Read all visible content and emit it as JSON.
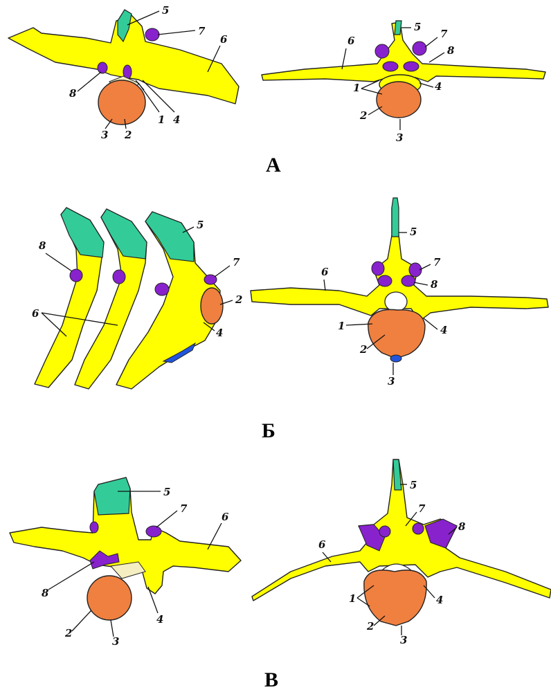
{
  "sections": [
    "А",
    "Б",
    "В"
  ],
  "labels": [
    "1",
    "2",
    "3",
    "4",
    "5",
    "6",
    "7",
    "8"
  ],
  "colors": {
    "bone": "#ffff00",
    "vertebral_body": "#f08040",
    "spinous_process": "#33cc99",
    "articular_process": "#8822cc",
    "intervertebral_disc": "#2255dd"
  }
}
